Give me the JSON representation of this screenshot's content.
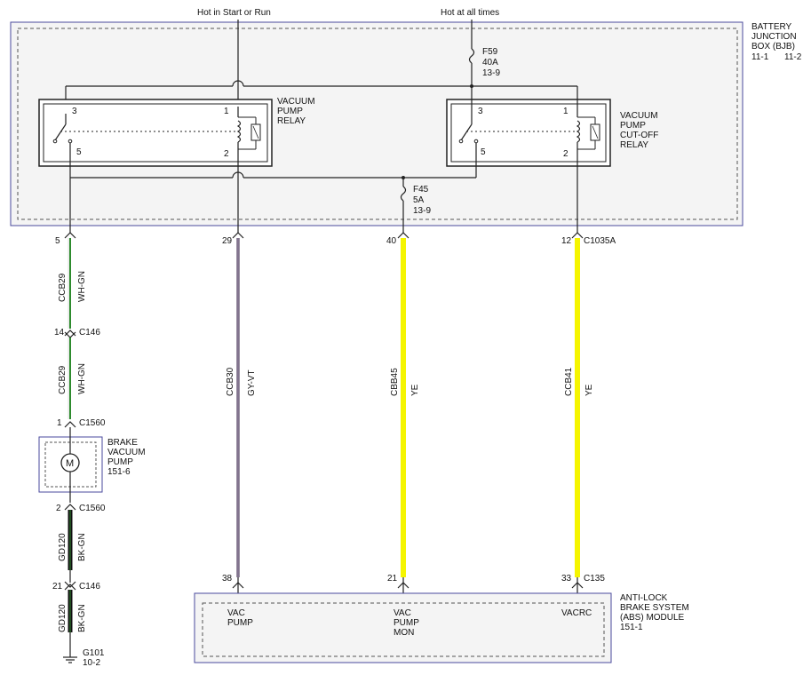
{
  "top_labels": {
    "start_run": "Hot in Start or Run",
    "all_times": "Hot at all times"
  },
  "bjb": {
    "title_lines": [
      "BATTERY",
      "JUNCTION",
      "BOX (BJB)"
    ],
    "ref_left": "11-1",
    "ref_right": "11-2"
  },
  "fuses": {
    "f59": {
      "name": "F59",
      "rating": "40A",
      "ref": "13-9"
    },
    "f45": {
      "name": "F45",
      "rating": "5A",
      "ref": "13-9"
    }
  },
  "relays": {
    "vacuum_pump": {
      "lines": [
        "VACUUM",
        "PUMP",
        "RELAY"
      ],
      "pins": {
        "p1": "1",
        "p2": "2",
        "p3": "3",
        "p5": "5"
      }
    },
    "cutoff": {
      "lines": [
        "VACUUM",
        "PUMP",
        "CUT-OFF",
        "RELAY"
      ],
      "pins": {
        "p1": "1",
        "p2": "2",
        "p3": "3",
        "p5": "5"
      }
    }
  },
  "bjb_pins": {
    "w1": "5",
    "w2": "29",
    "w3": "40",
    "w4": "12",
    "connector": "C1035A"
  },
  "wires": {
    "ccb29_a": {
      "circuit": "CCB29",
      "color": "WH-GN"
    },
    "ccb29_b": {
      "circuit": "CCB29",
      "color": "WH-GN"
    },
    "ccb30": {
      "circuit": "CCB30",
      "color": "GY-VT"
    },
    "ccb45": {
      "circuit": "CBB45",
      "color": "YE"
    },
    "ccb41": {
      "circuit": "CCB41",
      "color": "YE"
    },
    "gd120_a": {
      "circuit": "GD120",
      "color": "BK-GN"
    },
    "gd120_b": {
      "circuit": "GD120",
      "color": "BK-GN"
    }
  },
  "connectors": {
    "c146_top": {
      "pin": "14",
      "name": "C146"
    },
    "c1560_top": {
      "pin": "1",
      "name": "C1560"
    },
    "c1560_bottom": {
      "pin": "2",
      "name": "C1560"
    },
    "c146_bottom": {
      "pin": "21",
      "name": "C146"
    }
  },
  "pump": {
    "lines": [
      "BRAKE",
      "VACUUM",
      "PUMP",
      "151-6"
    ],
    "motor_symbol": "M"
  },
  "abs": {
    "title_lines": [
      "ANTI-LOCK",
      "BRAKE SYSTEM",
      "(ABS) MODULE",
      "151-1"
    ],
    "pins": {
      "p38": "38",
      "p21": "21",
      "p33": "33"
    },
    "connector": "C135",
    "signals": {
      "vac_pump": [
        "VAC",
        "PUMP"
      ],
      "vac_pump_mon": [
        "VAC",
        "PUMP",
        "MON"
      ],
      "vacrc": [
        "VACRC"
      ]
    }
  },
  "ground": {
    "name": "G101",
    "ref": "10-2"
  },
  "colors": {
    "frame": "#4a4a9c",
    "box_fill": "#f4f4f4",
    "yellow": "#f5f500",
    "violet_gray": "#9a8fa2",
    "green": "#2e8b2e",
    "wire": "#222222"
  }
}
